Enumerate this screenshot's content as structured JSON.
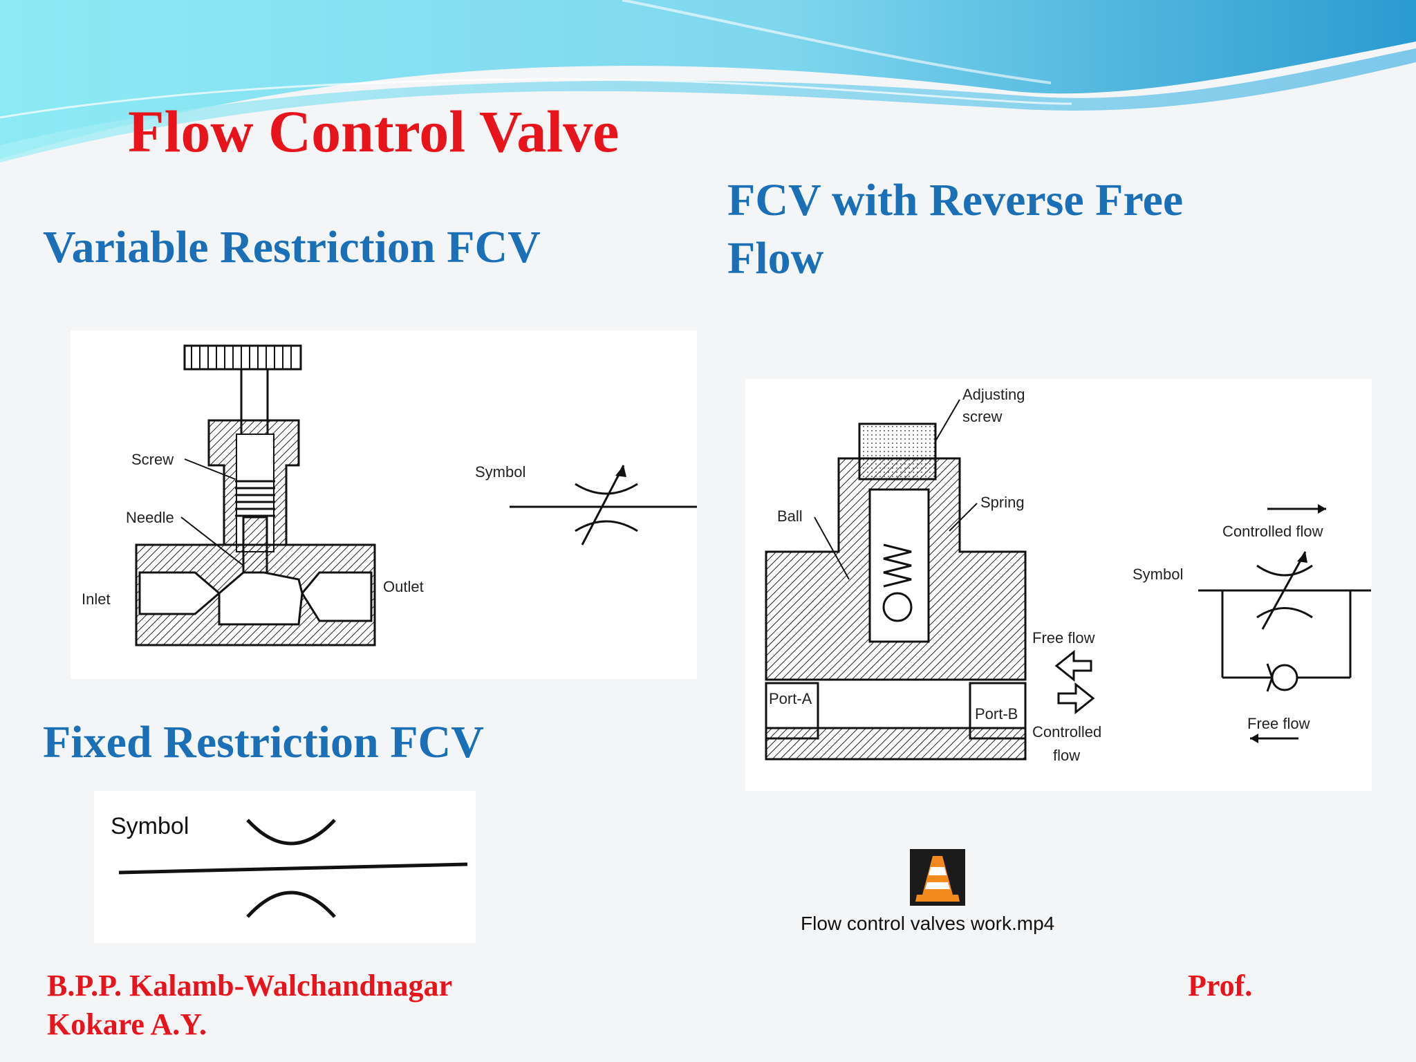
{
  "slide": {
    "title": "Flow Control Valve",
    "variable_heading": "Variable Restriction FCV",
    "reverse_heading_line1": "FCV with Reverse Free",
    "reverse_heading_line2": "Flow",
    "fixed_heading": "Fixed Restriction FCV"
  },
  "variable_diagram": {
    "screw": "Screw",
    "needle": "Needle",
    "inlet": "Inlet",
    "outlet": "Outlet",
    "symbol": "Symbol"
  },
  "reverse_diagram": {
    "adjusting_1": "Adjusting",
    "adjusting_2": "screw",
    "spring": "Spring",
    "ball": "Ball",
    "port_a": "Port-A",
    "port_b": "Port-B",
    "free_flow": "Free flow",
    "controlled_1": "Controlled",
    "controlled_2": "flow",
    "symbol": "Symbol",
    "sym_controlled": "Controlled flow",
    "sym_free": "Free flow"
  },
  "fixed_diagram": {
    "symbol": "Symbol"
  },
  "video": {
    "filename": "Flow control valves work.mp4",
    "icon": "vlc-cone-icon"
  },
  "footer": {
    "line1_left": "B.P.P. Kalamb-Walchandnagar",
    "line1_right": "Prof.",
    "line2": "Kokare A.Y."
  },
  "colors": {
    "title_red": "#e8141b",
    "heading_blue": "#1a6fb6",
    "wave_light": "#8fe3ef",
    "wave_dark": "#1f8fc4"
  }
}
